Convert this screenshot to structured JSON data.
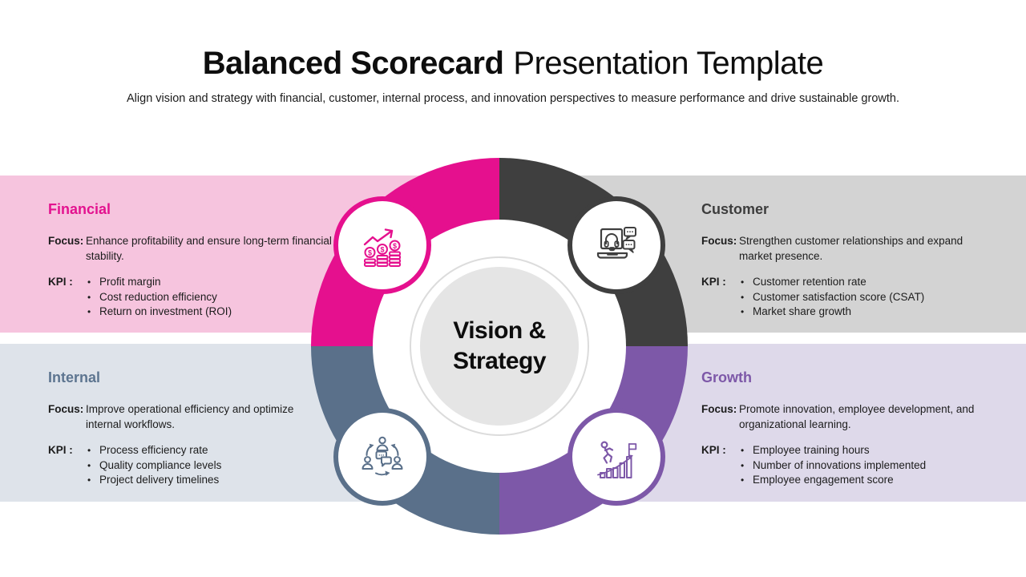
{
  "header": {
    "title_bold": "Balanced Scorecard",
    "title_regular": "Presentation Template",
    "subtitle": "Align vision and strategy with financial, customer, internal process, and innovation perspectives to measure performance and drive sustainable growth."
  },
  "center": {
    "line1": "Vision &",
    "line2": "Strategy"
  },
  "colors": {
    "financial_accent": "#e5108e",
    "customer_accent": "#3f3f3f",
    "internal_accent": "#5a708a",
    "growth_accent": "#7d58a8",
    "financial_panel_bg": "#f6c4de",
    "customer_panel_bg": "#d3d3d3",
    "internal_panel_bg": "#dee3ea",
    "growth_panel_bg": "#ded9ea",
    "center_disc_bg": "#e5e5e5"
  },
  "panels": [
    {
      "title": "Financial",
      "focus_label": "Focus:",
      "focus": "Enhance profitability and ensure long-term financial\nstability.",
      "kpi_label": "KPI :",
      "kpis": [
        "Profit margin",
        "Cost reduction efficiency",
        "Return on investment (ROI)"
      ],
      "icon": "financial-growth-icon"
    },
    {
      "title": "Customer",
      "focus_label": "Focus:",
      "focus": "Strengthen customer relationships and expand\nmarket presence.",
      "kpi_label": "KPI :",
      "kpis": [
        "Customer retention rate",
        "Customer satisfaction score (CSAT)",
        "Market share growth"
      ],
      "icon": "customer-support-icon"
    },
    {
      "title": "Internal",
      "focus_label": "Focus:",
      "focus": "Improve operational efficiency and optimize\ninternal workflows.",
      "kpi_label": "KPI :",
      "kpis": [
        "Process efficiency rate",
        "Quality compliance levels",
        "Project delivery timelines"
      ],
      "icon": "team-collaboration-icon"
    },
    {
      "title": "Growth",
      "focus_label": "Focus:",
      "focus": "Promote innovation, employee development, and\norganizational learning.",
      "kpi_label": "KPI :",
      "kpis": [
        "Employee training hours",
        "Number of innovations implemented",
        "Employee engagement score"
      ],
      "icon": "growth-progress-icon"
    }
  ]
}
